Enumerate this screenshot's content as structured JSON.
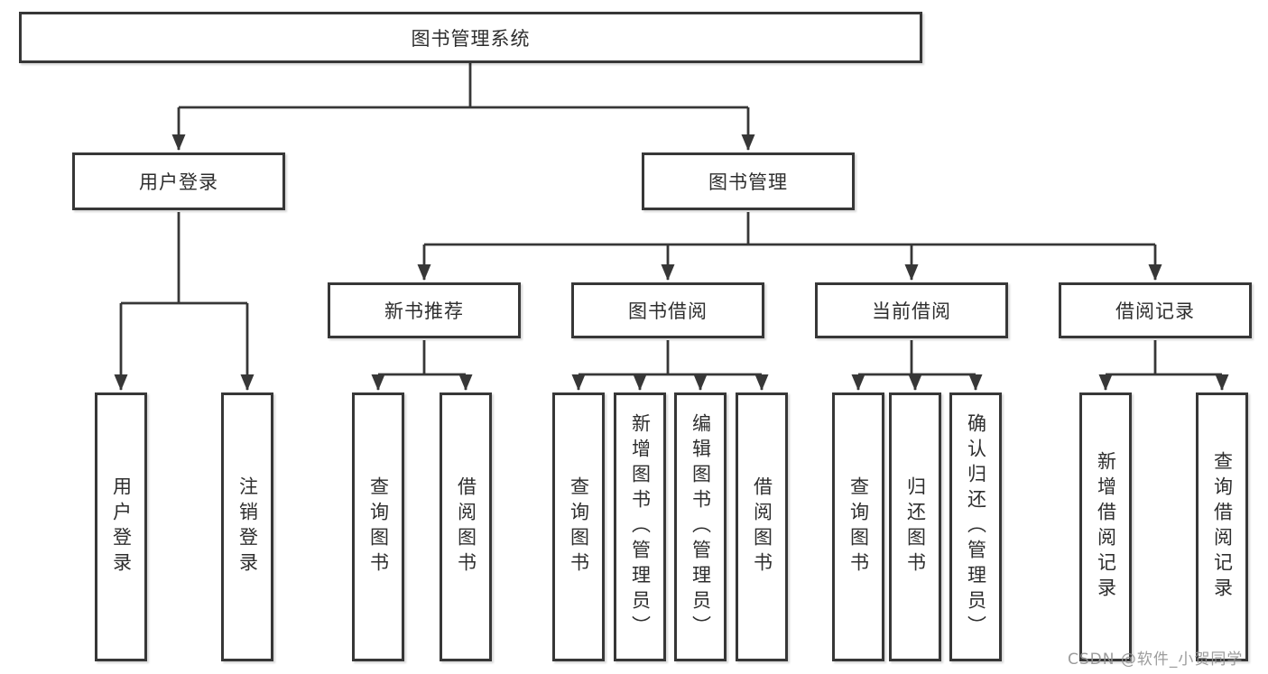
{
  "watermark": "CSDN @软件_小贺同学",
  "colors": {
    "line": "#373737",
    "box_border": "#373737",
    "box_background": "#ffffff",
    "text": "#2e2e2e",
    "watermark": "#919191",
    "page_background": "#ffffff"
  },
  "tree": {
    "label": "图书管理系统",
    "children": [
      {
        "label": "用户登录",
        "children": [
          {
            "label": "用户登录"
          },
          {
            "label": "注销登录"
          }
        ]
      },
      {
        "label": "图书管理",
        "children": [
          {
            "label": "新书推荐",
            "children": [
              {
                "label": "查询图书"
              },
              {
                "label": "借阅图书"
              }
            ]
          },
          {
            "label": "图书借阅",
            "children": [
              {
                "label": "查询图书"
              },
              {
                "label": "新增图书（管理员）"
              },
              {
                "label": "编辑图书（管理员）"
              },
              {
                "label": "借阅图书"
              }
            ]
          },
          {
            "label": "当前借阅",
            "children": [
              {
                "label": "查询图书"
              },
              {
                "label": "归还图书"
              },
              {
                "label": "确认归还（管理员）"
              }
            ]
          },
          {
            "label": "借阅记录",
            "children": [
              {
                "label": "新增借阅记录"
              },
              {
                "label": "查询借阅记录"
              }
            ]
          }
        ]
      }
    ]
  }
}
